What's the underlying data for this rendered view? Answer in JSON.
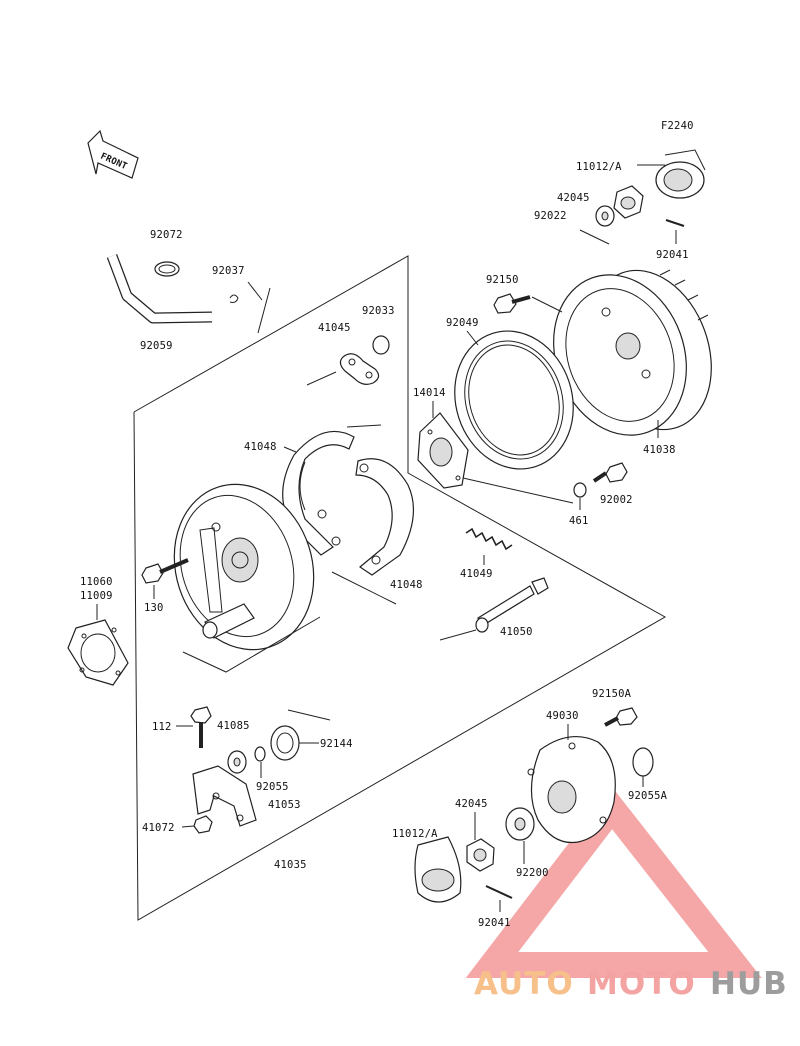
{
  "figure_code": "F2240",
  "front_arrow_label": "FRONT",
  "labels": {
    "p11012A_top": "11012/A",
    "p42045_top": "42045",
    "p92022": "92022",
    "p92041_top": "92041",
    "p92072": "92072",
    "p92037": "92037",
    "p92059": "92059",
    "p92033": "92033",
    "p41045": "41045",
    "p92150": "92150",
    "p92049": "92049",
    "p14014": "14014",
    "p41038": "41038",
    "p41048_a": "41048",
    "p41048_b": "41048",
    "p92002": "92002",
    "p461": "461",
    "p41049": "41049",
    "p130": "130",
    "p11060": "11060",
    "p11009": "11009",
    "p41050": "41050",
    "p92150A": "92150A",
    "p49030": "49030",
    "p112": "112",
    "p41085": "41085",
    "p92144": "92144",
    "p92055": "92055",
    "p41053": "41053",
    "p92055A": "92055A",
    "p42045_bottom": "42045",
    "p41072": "41072",
    "p11012A_bottom": "11012/A",
    "p41035": "41035",
    "p92200": "92200",
    "p92041_bottom": "92041"
  },
  "watermark": {
    "part1": "AUTO",
    "part2": "MOTO",
    "part3": "HUB",
    "color_auto": "#f7c08a",
    "color_moto": "#f4a3a3",
    "color_hub": "#9d9d9d",
    "logo_color": "#f28a8a"
  }
}
